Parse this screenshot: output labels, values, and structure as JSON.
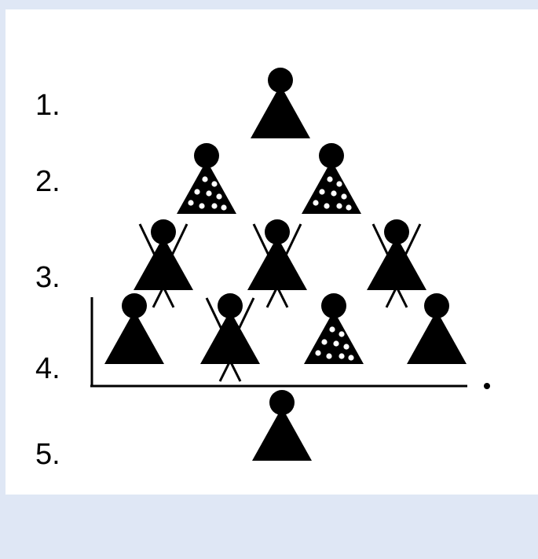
{
  "colors": {
    "background": "#dfe7f5",
    "canvas": "#ffffff",
    "ink": "#000000"
  },
  "rows": [
    {
      "label": "1.",
      "figures": [
        "solid"
      ]
    },
    {
      "label": "2.",
      "figures": [
        "dotted",
        "dotted"
      ]
    },
    {
      "label": "3.",
      "figures": [
        "crossed",
        "crossed",
        "crossed"
      ]
    },
    {
      "label": "4.",
      "figures": [
        "solid",
        "crossed",
        "dotted",
        "solid"
      ]
    },
    {
      "label": "5.",
      "figures": [
        "solid"
      ]
    }
  ]
}
